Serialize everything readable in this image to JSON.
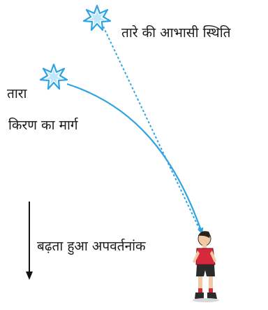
{
  "labels": {
    "apparent_position": "तारे की आभासी स्थिति",
    "star": "तारा",
    "ray_path": "किरण का मार्ग",
    "increasing_refractive_index": "बढ़ता हुआ अपवर्तनांक"
  },
  "colors": {
    "ray": "#2fa3e4",
    "star_glow": "#8fd3f5",
    "star_core": "#ffffff",
    "arrow": "#111111",
    "shirt": "#d8283c",
    "shorts": "#2b2b2b",
    "skin": "#f1c9a5"
  }
}
